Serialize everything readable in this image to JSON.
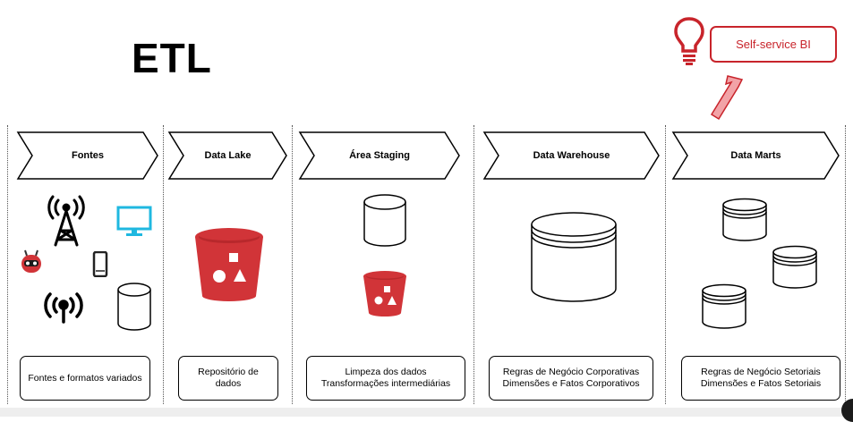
{
  "title": "ETL",
  "stages": [
    {
      "label": "Fontes",
      "description": "Fontes e formatos variados"
    },
    {
      "label": "Data Lake",
      "description": "Repositório de\ndados"
    },
    {
      "label": "Área Staging",
      "description": "Limpeza dos dados\nTransformações intermediárias"
    },
    {
      "label": "Data Warehouse",
      "description": "Regras de Negócio Corporativas\nDimensões e Fatos Corporativos"
    },
    {
      "label": "Data Marts",
      "description": "Regras de Negócio Setoriais\nDimensões e Fatos Setoriais"
    }
  ],
  "self_service": {
    "label": "Self-service BI"
  },
  "colors": {
    "accent": "#c8242b",
    "bucket": "#d13438",
    "monitor": "#1fb8e0",
    "arrow_fill": "#f2a3a7"
  },
  "icons": [
    "radio-tower-icon",
    "monitor-icon",
    "robot-icon",
    "smartphone-icon",
    "wireless-signal-icon",
    "database-icon",
    "bucket-icon",
    "lightbulb-icon"
  ]
}
